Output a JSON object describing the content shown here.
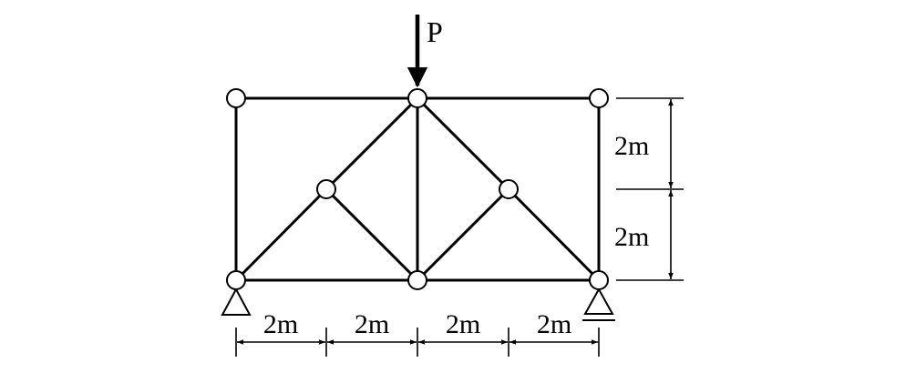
{
  "load": {
    "label": "P"
  },
  "dimensions": {
    "vertical": [
      "2m",
      "2m"
    ],
    "horizontal": [
      "2m",
      "2m",
      "2m",
      "2m"
    ]
  },
  "colors": {
    "line": "#000000",
    "background": "#ffffff"
  }
}
